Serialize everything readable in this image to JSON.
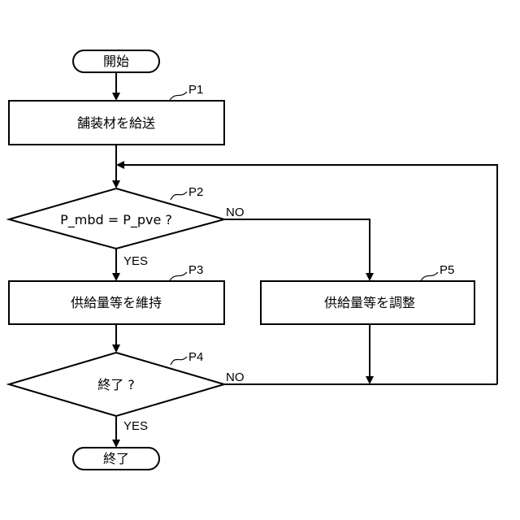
{
  "flowchart": {
    "start_label": "開始",
    "end_label": "終了",
    "p1": {
      "id": "P1",
      "text": "舗装材を給送"
    },
    "p2": {
      "id": "P2",
      "text": "P_mbd = P_pve ?",
      "yes": "YES",
      "no": "NO"
    },
    "p3": {
      "id": "P3",
      "text": "供給量等を維持"
    },
    "p4": {
      "id": "P4",
      "text": "終了 ?",
      "yes": "YES",
      "no": "NO"
    },
    "p5": {
      "id": "P5",
      "text": "供給量等を調整"
    }
  }
}
